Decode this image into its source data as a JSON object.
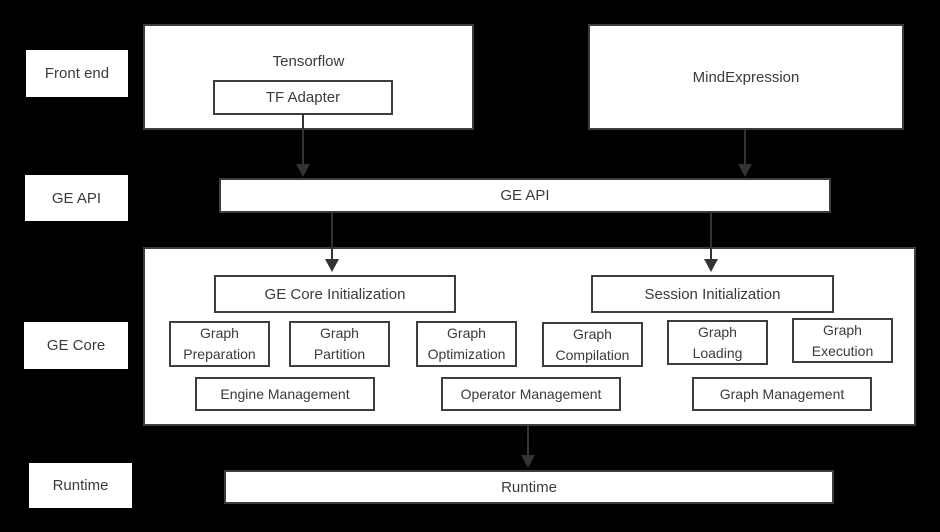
{
  "colors": {
    "background": "#000000",
    "box_fill": "#ffffff",
    "border": "#3d3d3d",
    "text": "#3b3b3b",
    "arrow": "#333333"
  },
  "rail": {
    "front_end": "Front end",
    "ge_api": "GE API",
    "ge_core": "GE Core",
    "runtime": "Runtime"
  },
  "front_end": {
    "tensorflow": "Tensorflow",
    "tf_adapter": "TF Adapter",
    "mind_expression": "MindExpression"
  },
  "ge_api": {
    "label": "GE API"
  },
  "ge_core": {
    "ge_core_initialization": "GE Core Initialization",
    "session_initialization": "Session Initialization",
    "modules": [
      {
        "line1": "Graph",
        "line2": "Preparation"
      },
      {
        "line1": "Graph",
        "line2": "Partition"
      },
      {
        "line1": "Graph",
        "line2": "Optimization"
      },
      {
        "line1": "Graph",
        "line2": "Compilation"
      },
      {
        "line1": "Graph",
        "line2": "Loading"
      },
      {
        "line1": "Graph",
        "line2": "Execution"
      }
    ],
    "managements": [
      "Engine Management",
      "Operator Management",
      "Graph Management"
    ]
  },
  "runtime": {
    "label": "Runtime"
  }
}
